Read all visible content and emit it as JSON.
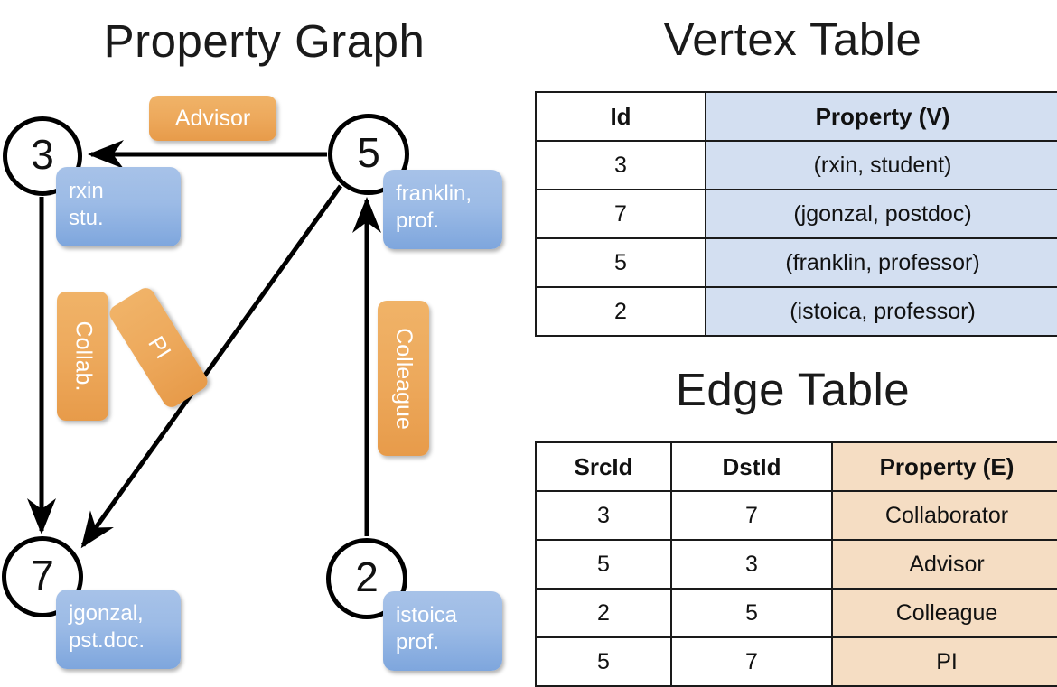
{
  "titles": {
    "property_graph": "Property Graph",
    "vertex_table": "Vertex Table",
    "edge_table": "Edge Table"
  },
  "colors": {
    "vertex_property_fill": "#d3dff1",
    "edge_property_fill": "#f5ddc3",
    "vertex_box_fill": "#9cbbe6",
    "edge_label_fill": "#eda95c",
    "border": "#1a1a1a"
  },
  "graph": {
    "nodes": [
      {
        "id": "3",
        "label": "3",
        "property_lines": [
          "rxin",
          "stu."
        ]
      },
      {
        "id": "5",
        "label": "5",
        "property_lines": [
          "franklin,",
          "prof."
        ]
      },
      {
        "id": "7",
        "label": "7",
        "property_lines": [
          "jgonzal,",
          "pst.doc."
        ]
      },
      {
        "id": "2",
        "label": "2",
        "property_lines": [
          "istoica",
          "prof."
        ]
      }
    ],
    "edges": [
      {
        "src": "5",
        "dst": "3",
        "label": "Advisor"
      },
      {
        "src": "3",
        "dst": "7",
        "label": "Collab."
      },
      {
        "src": "5",
        "dst": "7",
        "label": "PI"
      },
      {
        "src": "2",
        "dst": "5",
        "label": "Colleague"
      }
    ]
  },
  "vertex_table": {
    "headers": [
      "Id",
      "Property (V)"
    ],
    "rows": [
      {
        "id": "3",
        "property": "(rxin, student)"
      },
      {
        "id": "7",
        "property": "(jgonzal, postdoc)"
      },
      {
        "id": "5",
        "property": "(franklin, professor)"
      },
      {
        "id": "2",
        "property": "(istoica, professor)"
      }
    ]
  },
  "edge_table": {
    "headers": [
      "SrcId",
      "DstId",
      "Property (E)"
    ],
    "rows": [
      {
        "src": "3",
        "dst": "7",
        "property": "Collaborator"
      },
      {
        "src": "5",
        "dst": "3",
        "property": "Advisor"
      },
      {
        "src": "2",
        "dst": "5",
        "property": "Colleague"
      },
      {
        "src": "5",
        "dst": "7",
        "property": "PI"
      }
    ]
  },
  "chart_data": {
    "type": "diagram",
    "title": "Property Graph",
    "nodes": [
      "3",
      "7",
      "5",
      "2"
    ],
    "edges": [
      {
        "from": "5",
        "to": "3",
        "label": "Advisor"
      },
      {
        "from": "3",
        "to": "7",
        "label": "Collab."
      },
      {
        "from": "5",
        "to": "7",
        "label": "PI"
      },
      {
        "from": "2",
        "to": "5",
        "label": "Colleague"
      }
    ]
  }
}
